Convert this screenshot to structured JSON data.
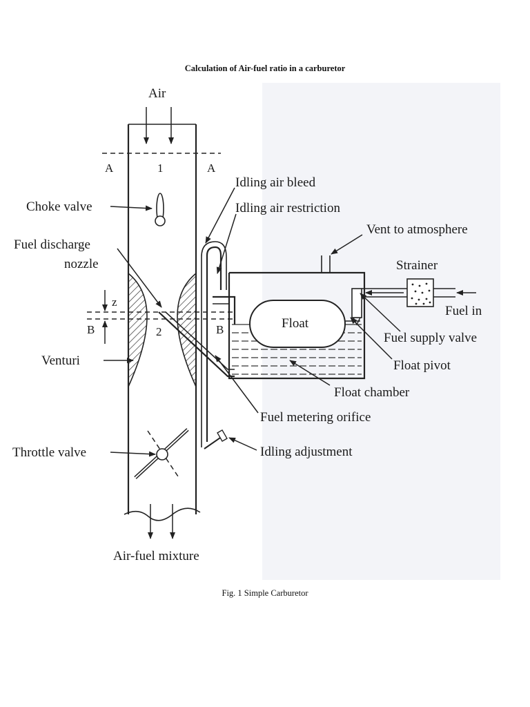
{
  "heading": "Calculation of Air-fuel ratio in a carburetor",
  "caption": "Fig. 1 Simple Carburetor",
  "diagram": {
    "labels": {
      "air": "Air",
      "section_a_left": "A",
      "section_1": "1",
      "section_a_right": "A",
      "idling_air_bleed": "Idling air bleed",
      "idling_air_restriction": "Idling air restriction",
      "choke_valve": "Choke valve",
      "vent_to_atmosphere": "Vent to atmosphere",
      "fuel_discharge_nozzle_line1": "Fuel discharge",
      "fuel_discharge_nozzle_line2": "nozzle",
      "strainer": "Strainer",
      "z": "z",
      "fuel_in": "Fuel in",
      "section_b_left": "B",
      "section_2": "2",
      "section_b_right": "B",
      "float": "Float",
      "fuel_supply_valve": "Fuel supply valve",
      "venturi": "Venturi",
      "float_pivot": "Float pivot",
      "float_chamber": "Float chamber",
      "fuel_metering_orifice": "Fuel metering orifice",
      "throttle_valve": "Throttle valve",
      "idling_adjustment": "Idling adjustment",
      "air_fuel_mixture": "Air-fuel mixture"
    }
  }
}
